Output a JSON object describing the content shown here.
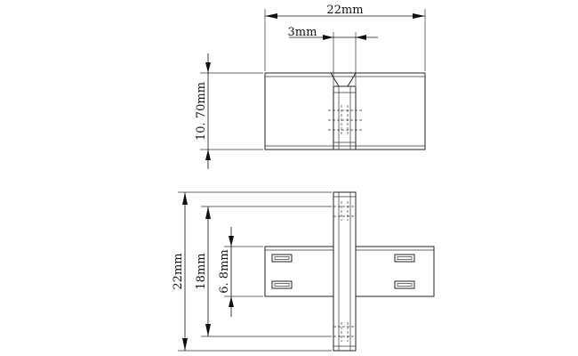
{
  "dimensions": {
    "top_width": "22mm",
    "slot_width": "3mm",
    "top_height": "10. 70mm",
    "overall_height": "22mm",
    "inner_height": "18mm",
    "plate_height": "6. 8mm"
  }
}
